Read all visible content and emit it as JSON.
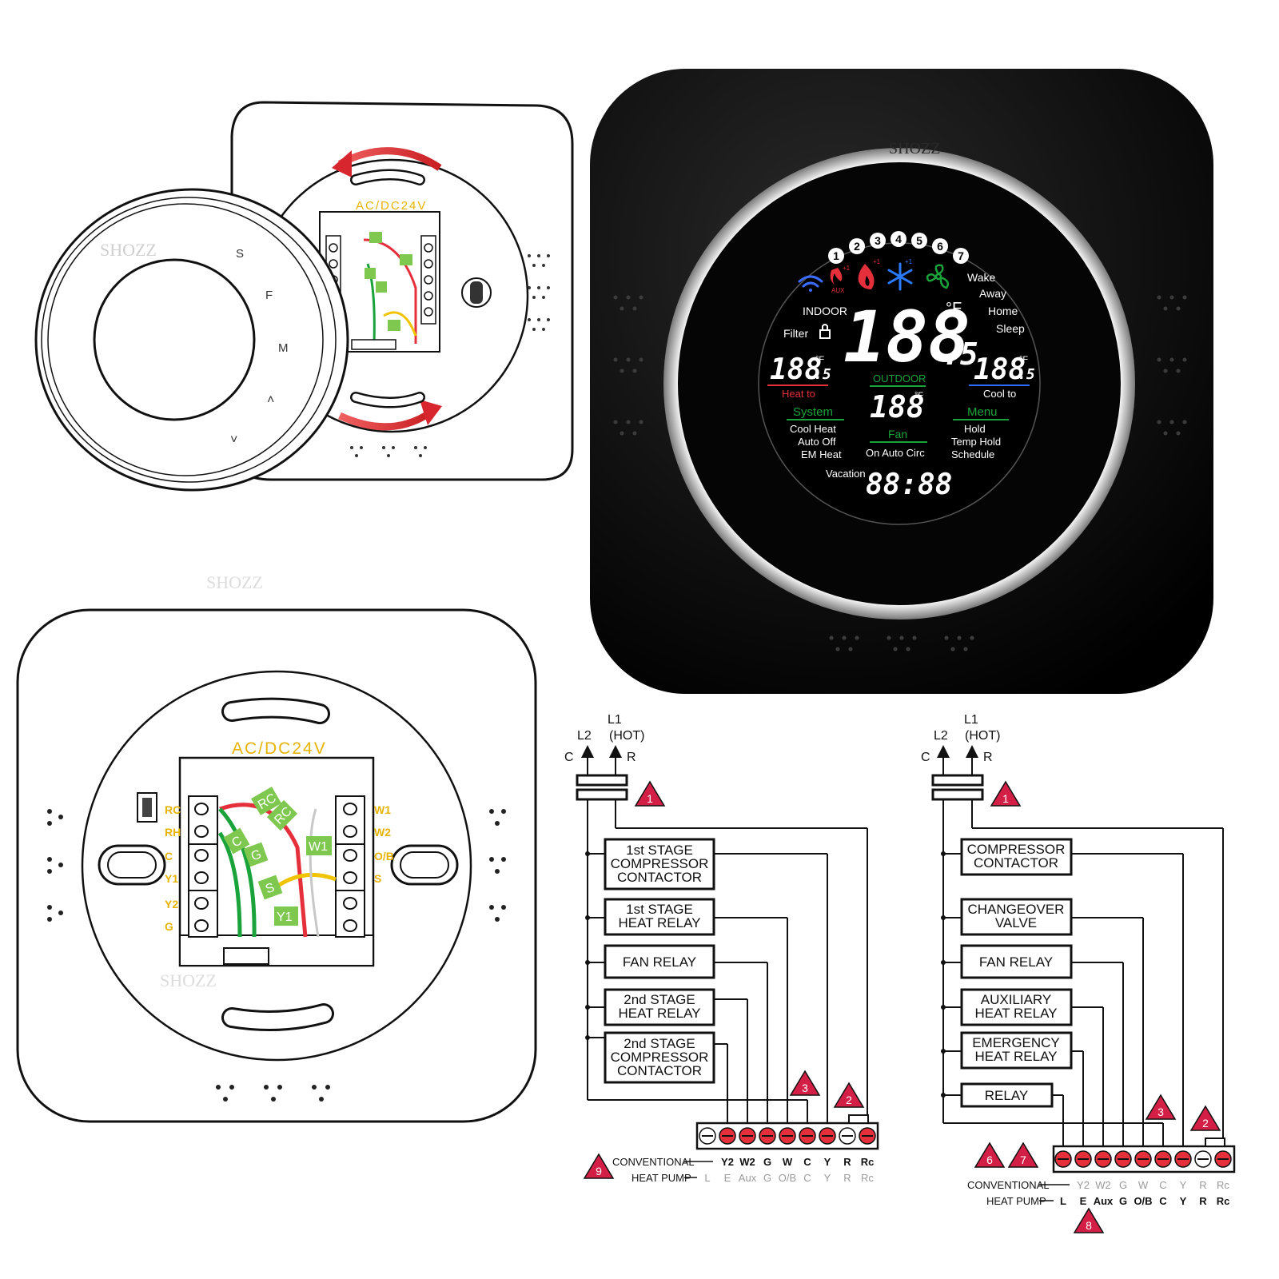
{
  "brand": {
    "watermark": "SHOZZ"
  },
  "colors": {
    "terminal_label": "#e6b400",
    "wire_red": "#e5303c",
    "wire_green": "#1aa33a",
    "wire_yellow": "#f0c400",
    "tag_green": "#7ec850",
    "arrow_red": "#d8262e",
    "warning_red": "#d31f45"
  },
  "front_plate": {
    "buttons": [
      "S",
      "F",
      "M",
      "˄",
      "˅"
    ],
    "icons": [
      "up-chevron-icon",
      "down-chevron-icon"
    ]
  },
  "backplate_top": {
    "voltage": "AC/DC24V"
  },
  "backplate_bottom": {
    "voltage": "AC/DC24V",
    "left_terminals": [
      "RC",
      "RH",
      "C",
      "Y1",
      "Y2",
      "G"
    ],
    "right_terminals": [
      "W1",
      "W2",
      "O/B",
      "S"
    ],
    "wire_tags": [
      "RC",
      "RC",
      "C",
      "G",
      "W1",
      "S",
      "Y1"
    ]
  },
  "thermostat_lcd": {
    "zones": [
      "1",
      "2",
      "3",
      "4",
      "5",
      "6",
      "7"
    ],
    "icon_labels": {
      "aux": "AUX",
      "plus_one": "+1"
    },
    "indoor_label": "INDOOR",
    "filter_label": "Filter",
    "indoor_digits": "188",
    "indoor_decimal": ".5",
    "unit": "°F",
    "schedule": [
      "Wake",
      "Away",
      "Home",
      "Sleep"
    ],
    "heat_to": {
      "digits": "188",
      "decimal": ".5",
      "label": "Heat to"
    },
    "cool_to": {
      "digits": "188",
      "decimal": ".5",
      "label": "Cool  to"
    },
    "outdoor": {
      "label": "OUTDOOR",
      "digits": "188"
    },
    "system": {
      "label": "System",
      "opt1": "Cool  Heat",
      "opt2": "Auto  Off",
      "opt3": "EM Heat"
    },
    "fan": {
      "label": "Fan",
      "options": "On  Auto  Circ"
    },
    "menu": {
      "label": "Menu",
      "opt1": "Hold",
      "opt2": "Temp  Hold",
      "opt3": "Schedule"
    },
    "vacation_label": "Vacation",
    "clock": "88:88"
  },
  "wiring_left": {
    "power": {
      "l1": "L1",
      "hot": "(HOT)",
      "l2": "L2",
      "c": "C",
      "r": "R"
    },
    "boxes": [
      [
        "1st STAGE",
        "COMPRESSOR",
        "CONTACTOR"
      ],
      [
        "1st STAGE",
        "HEAT RELAY"
      ],
      [
        "FAN RELAY"
      ],
      [
        "2nd STAGE",
        "HEAT RELAY"
      ],
      [
        "2nd STAGE",
        "COMPRESSOR",
        "CONTACTOR"
      ]
    ],
    "conventional_label": "CONVENTIONAL",
    "heatpump_label": "HEAT PUMP",
    "conventional_terms": [
      "Y2",
      "W2",
      "G",
      "W",
      "C",
      "Y",
      "R",
      "Rc"
    ],
    "heatpump_terms": [
      "L",
      "E",
      "Aux",
      "G",
      "O/B",
      "C",
      "Y",
      "R",
      "Rc"
    ],
    "warnings": [
      "1",
      "2",
      "3",
      "9"
    ]
  },
  "wiring_right": {
    "power": {
      "l1": "L1",
      "hot": "(HOT)",
      "l2": "L2",
      "c": "C",
      "r": "R"
    },
    "boxes": [
      [
        "COMPRESSOR",
        "CONTACTOR"
      ],
      [
        "CHANGEOVER",
        "VALVE"
      ],
      [
        "FAN RELAY"
      ],
      [
        "AUXILIARY",
        "HEAT RELAY"
      ],
      [
        "EMERGENCY",
        "HEAT RELAY"
      ],
      [
        "RELAY"
      ]
    ],
    "conventional_label": "CONVENTIONAL",
    "heatpump_label": "HEAT PUMP",
    "conventional_terms": [
      "Y2",
      "W2",
      "G",
      "W",
      "C",
      "Y",
      "R",
      "Rc"
    ],
    "heatpump_terms": [
      "L",
      "E",
      "Aux",
      "G",
      "O/B",
      "C",
      "Y",
      "R",
      "Rc"
    ],
    "warnings": [
      "1",
      "2",
      "3",
      "6",
      "7",
      "8"
    ]
  }
}
